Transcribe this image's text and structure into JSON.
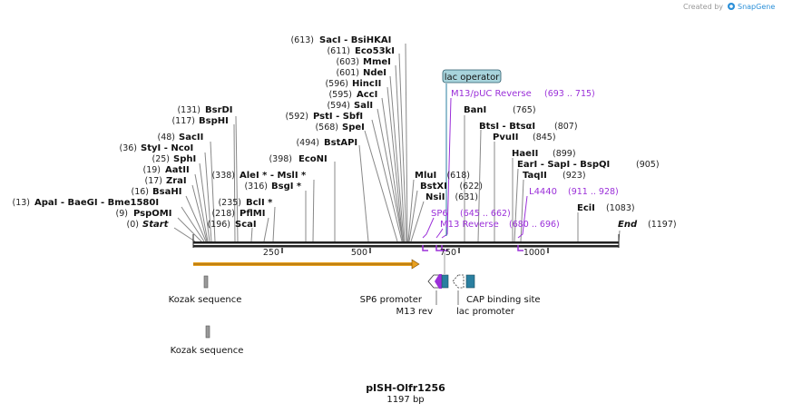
{
  "brand": {
    "prefix": "Created by",
    "name": "SnapGene"
  },
  "map": {
    "title": "pISH-Olfr1256",
    "length_label": "1197 bp",
    "length": 1197
  },
  "ruler": {
    "ticks": [
      "250",
      "500",
      "750",
      "1000"
    ]
  },
  "sites": [
    {
      "id": "s1",
      "name": "SacI  - BsiHKAI",
      "pos": "(613)"
    },
    {
      "id": "s2",
      "name": "Eco53kI",
      "pos": "(611)"
    },
    {
      "id": "s3",
      "name": "MmeI",
      "pos": "(603)"
    },
    {
      "id": "s4",
      "name": "NdeI",
      "pos": "(601)"
    },
    {
      "id": "s5",
      "name": "HincII",
      "pos": "(596)"
    },
    {
      "id": "s6",
      "name": "AccI",
      "pos": "(595)"
    },
    {
      "id": "s7",
      "name": "SalI",
      "pos": "(594)"
    },
    {
      "id": "s8",
      "name": "PstI  - SbfI",
      "pos": "(592)"
    },
    {
      "id": "s9",
      "name": "SpeI",
      "pos": "(568)"
    },
    {
      "id": "s10",
      "name": "BstAPI",
      "pos": "(494)"
    },
    {
      "id": "s11",
      "name": "EcoNI",
      "pos": "(398)"
    },
    {
      "id": "s12",
      "name": "BsrDI",
      "pos": "(131)"
    },
    {
      "id": "s13",
      "name": "BspHI",
      "pos": "(117)"
    },
    {
      "id": "s14",
      "name": "SacII",
      "pos": "(48)"
    },
    {
      "id": "s15",
      "name": "StyI  - NcoI",
      "pos": "(36)"
    },
    {
      "id": "s16",
      "name": "SphI",
      "pos": "(25)"
    },
    {
      "id": "s17",
      "name": "AatII",
      "pos": "(19)"
    },
    {
      "id": "s18",
      "name": "ZraI",
      "pos": "(17)"
    },
    {
      "id": "s19",
      "name": "BsaHI",
      "pos": "(16)"
    },
    {
      "id": "s20",
      "name": "ApaI  - BaeGI  - Bme1580I",
      "pos": "(13)"
    },
    {
      "id": "s21",
      "name": "PspOMI",
      "pos": "(9)"
    },
    {
      "id": "s22",
      "name": "Start",
      "pos": "(0)"
    },
    {
      "id": "s23",
      "name": "AleI *  - MslI *",
      "pos": "(338)"
    },
    {
      "id": "s24",
      "name": "BsgI *",
      "pos": "(316)"
    },
    {
      "id": "s25",
      "name": "BclI *",
      "pos": "(235)"
    },
    {
      "id": "s26",
      "name": "PflMI",
      "pos": "(218)"
    },
    {
      "id": "s27",
      "name": "ScaI",
      "pos": "(196)"
    },
    {
      "id": "s28",
      "name": "MluI",
      "pos": "(618)"
    },
    {
      "id": "s29",
      "name": "BstXI",
      "pos": "(622)"
    },
    {
      "id": "s30",
      "name": "NsiI",
      "pos": "(631)"
    },
    {
      "id": "s31",
      "name": "BanI",
      "pos": "(765)"
    },
    {
      "id": "s32",
      "name": "BtsI  - BtsαI",
      "pos": "(807)"
    },
    {
      "id": "s33",
      "name": "PvuII",
      "pos": "(845)"
    },
    {
      "id": "s34",
      "name": "HaeII",
      "pos": "(899)"
    },
    {
      "id": "s35",
      "name": "EarI  - SapI  - BspQI",
      "pos": "(905)"
    },
    {
      "id": "s36",
      "name": "TaqII",
      "pos": "(923)"
    },
    {
      "id": "s37",
      "name": "EciI",
      "pos": "(1083)"
    },
    {
      "id": "s38",
      "name": "End",
      "pos": "(1197)"
    }
  ],
  "primers": [
    {
      "id": "p1",
      "name": "M13/pUC Reverse",
      "range": "(693 .. 715)"
    },
    {
      "id": "p2",
      "name": "L4440",
      "range": "(911 .. 928)"
    },
    {
      "id": "p3",
      "name": "SP6",
      "range": "(645 .. 662)"
    },
    {
      "id": "p4",
      "name": "M13 Reverse",
      "range": "(680 .. 696)"
    }
  ],
  "features": {
    "lac_operator": "lac operator",
    "kozak1": "Kozak sequence",
    "kozak2": "Kozak sequence",
    "sp6_promoter": "SP6 promoter",
    "m13_rev": "M13 rev",
    "cap_site": "CAP binding site",
    "lac_promoter": "lac promoter"
  },
  "colors": {
    "orf": "#e8a020",
    "primer": "#9b30d9",
    "cap": "#2a7fa0",
    "lac_op_box": "#a8d4dc",
    "kozak": "#999999"
  }
}
